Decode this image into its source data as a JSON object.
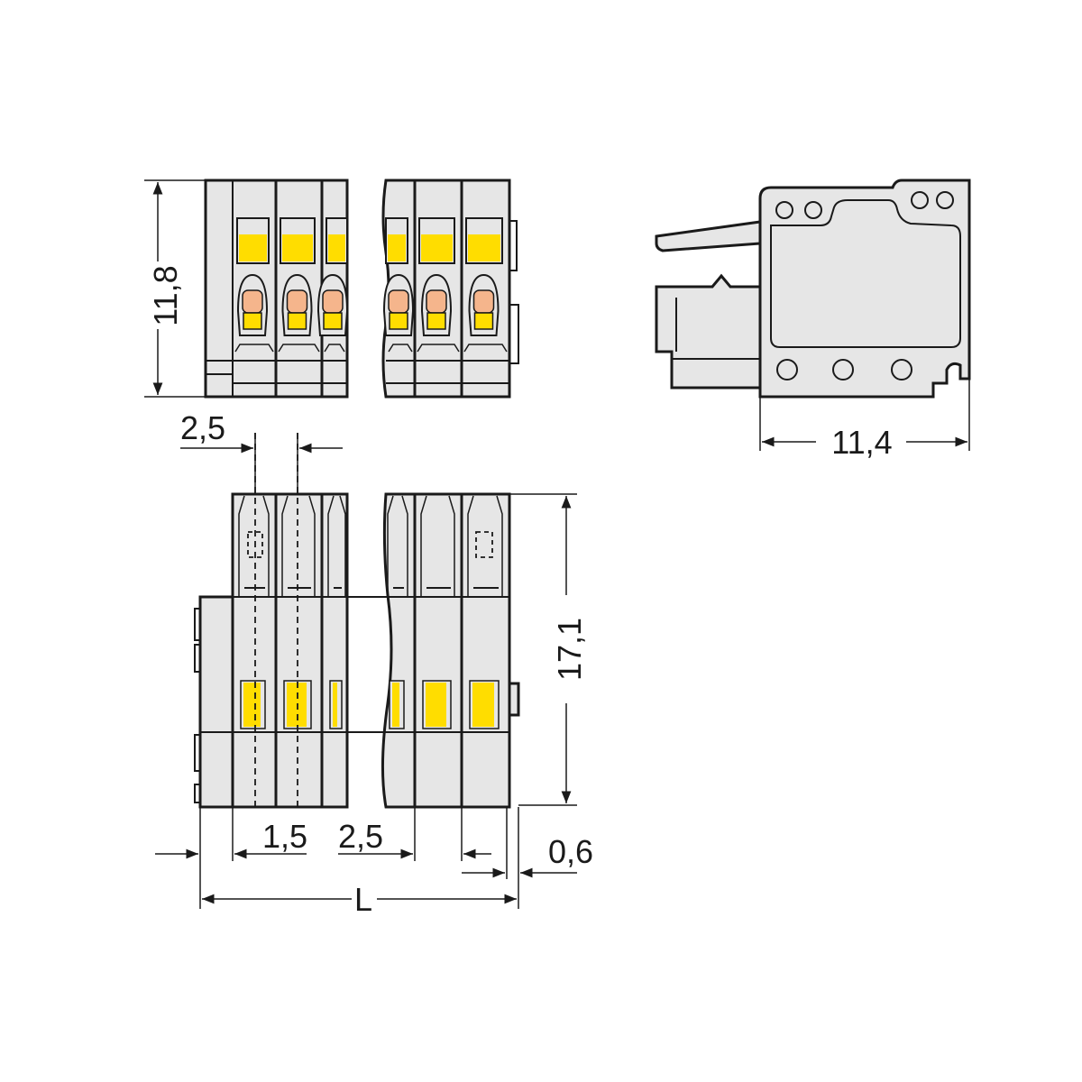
{
  "dimensions": {
    "height_front": "11,8",
    "pitch_top": "2,5",
    "depth_side": "11,4",
    "length_bottom": "17,1",
    "offset_a": "1,5",
    "pitch_bottom": "2,5",
    "offset_b": "0,6",
    "total_length": "L"
  },
  "colors": {
    "housing": "#e6e6e6",
    "actuator": "#ffdd00",
    "contact": "#f5b58c",
    "line": "#1a1a1a"
  }
}
